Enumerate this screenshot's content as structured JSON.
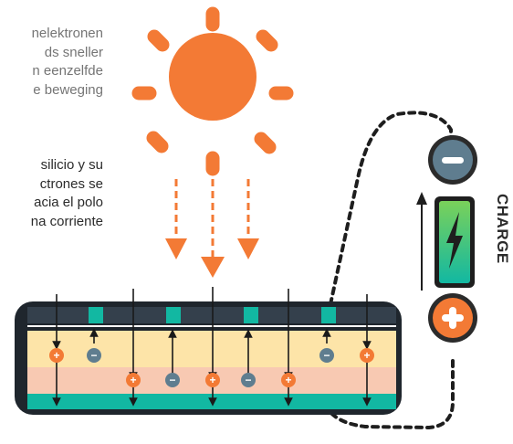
{
  "text_blocks": {
    "dutch_lines": [
      "nelektronen",
      "ds   sneller",
      "n eenzelfde",
      "e beweging"
    ],
    "spanish_lines": [
      "silicio y su",
      "ctrones se",
      "acia el polo",
      "na corriente"
    ]
  },
  "battery": {
    "label": "CHARGE"
  },
  "symbols": {
    "plus": "+",
    "minus": "−"
  },
  "colors": {
    "sun": "#f37a35",
    "teal": "#12b8a2",
    "panel_dark": "#34404c",
    "layer_yellow": "#fde4a8",
    "layer_pink": "#f8c9b2",
    "battery_green": "#3dbf74"
  },
  "icons": {
    "bolt": "lightning-bolt-icon",
    "sun": "sun-icon"
  }
}
